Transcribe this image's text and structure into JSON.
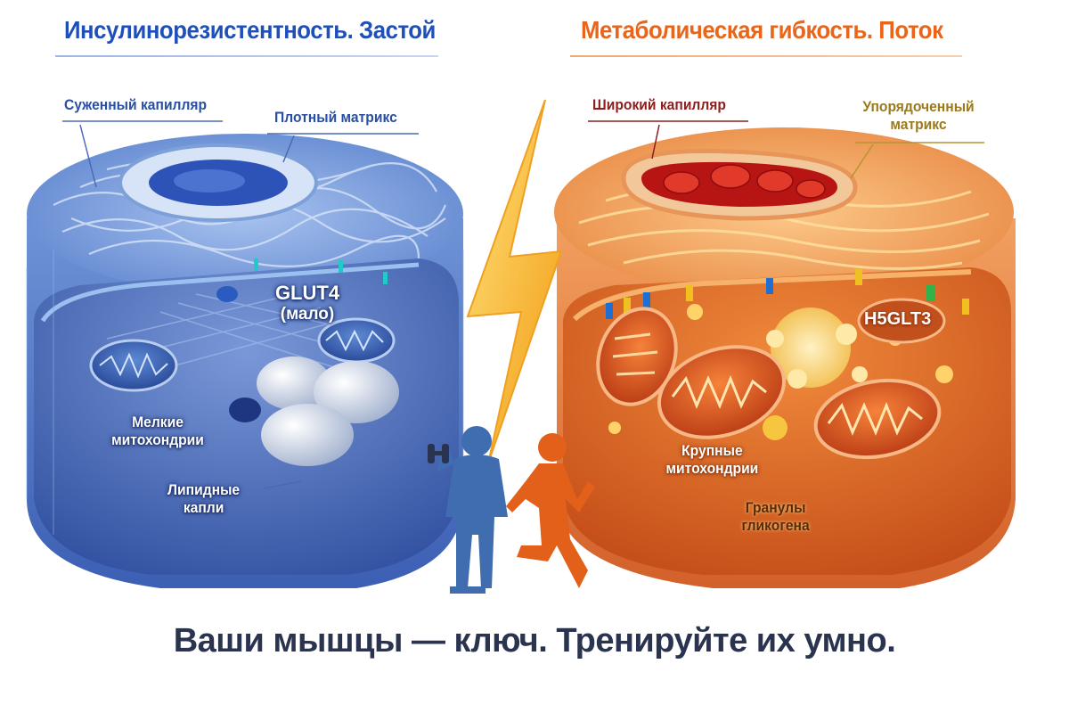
{
  "titles": {
    "left": "Инсулинорезистентность. Застой",
    "right": "Метаболическая гибкость. Поток"
  },
  "left_panel": {
    "labels": {
      "capillary": "Суженный капилляр",
      "matrix": "Плотный матрикс",
      "glut4_line1": "GLUT4",
      "glut4_line2": "(мало)",
      "mito_line1": "Мелкие",
      "mito_line2": "митохондрии",
      "lipid_line1": "Липидные",
      "lipid_line2": "капли"
    }
  },
  "right_panel": {
    "labels": {
      "capillary": "Широкий капилляр",
      "matrix_line1": "Упорядоченный",
      "matrix_line2": "матрикс",
      "transporter": "H5GLT3",
      "mito_line1": "Крупные",
      "mito_line2": "митохондрии",
      "glycogen_line1": "Гранулы",
      "glycogen_line2": "гликогена"
    }
  },
  "bottom_text": "Ваши мышцы — ключ. Тренируйте их умно.",
  "colors": {
    "left_title": "#1f4fb8",
    "right_title": "#e8651a",
    "bolt": "#f6b21a",
    "bottom_text": "#2a3450"
  },
  "icons": [
    "lightning-bolt-icon",
    "weightlifter-icon",
    "runner-icon"
  ]
}
